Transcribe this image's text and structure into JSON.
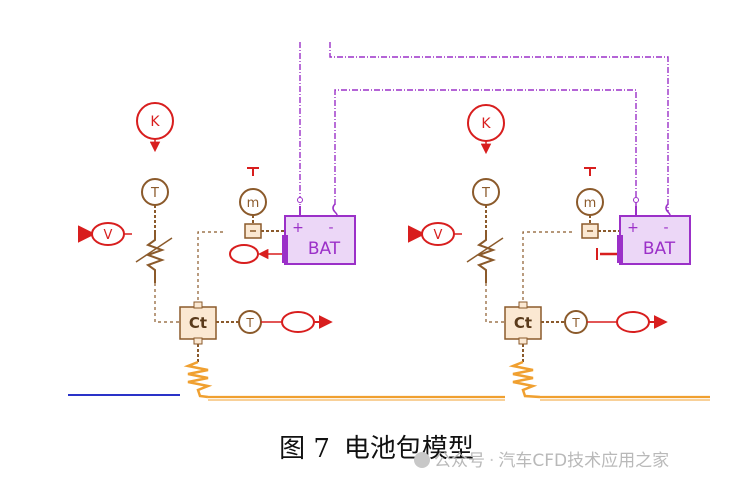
{
  "caption": {
    "figure_no": "图 7",
    "title": "电池包模型"
  },
  "watermark": {
    "source": "公众号",
    "separator": "·",
    "name": "汽车CFD技术应用之家"
  },
  "symbols": {
    "k_sensor": "K",
    "temp_sensor": "T",
    "velocity_source": "V",
    "battery": "BAT",
    "battery_plus": "+",
    "battery_minus": "-",
    "controller": "Ct",
    "thermal_mass": "m"
  },
  "colors": {
    "red": "#d81e1e",
    "brown": "#8b5a2b",
    "purple": "#9b30c8",
    "orange": "#f0a030",
    "blue": "#2a33c8"
  }
}
